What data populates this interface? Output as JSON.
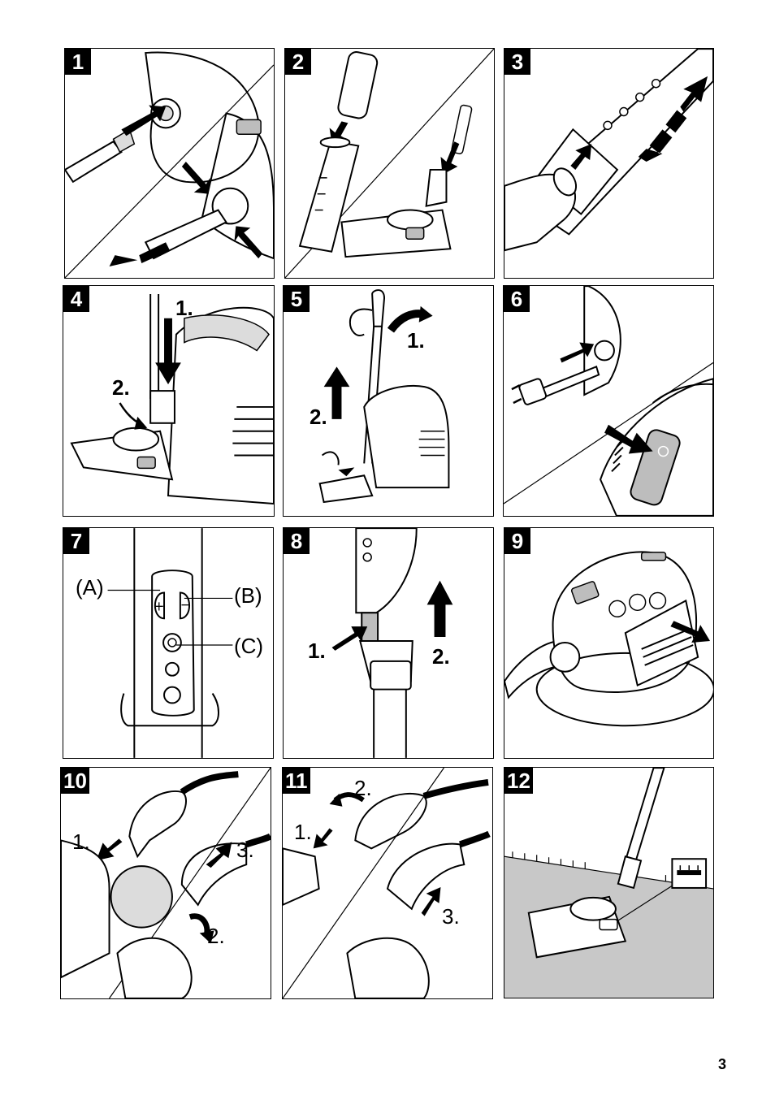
{
  "page_number": "3",
  "colors": {
    "stroke": "#000000",
    "grey_fill": "#bdbdbd",
    "light_grey": "#dcdcdc"
  },
  "panels": [
    {
      "number": "1",
      "labels": []
    },
    {
      "number": "2",
      "labels": []
    },
    {
      "number": "3",
      "labels": []
    },
    {
      "number": "4",
      "labels": [
        "1.",
        "2."
      ]
    },
    {
      "number": "5",
      "labels": [
        "1.",
        "2."
      ]
    },
    {
      "number": "6",
      "labels": []
    },
    {
      "number": "7",
      "labels": [
        "(A)",
        "(B)",
        "(C)"
      ]
    },
    {
      "number": "8",
      "labels": [
        "1.",
        "2."
      ]
    },
    {
      "number": "9",
      "labels": []
    },
    {
      "number": "10",
      "labels": [
        "1.",
        "3.",
        "2."
      ]
    },
    {
      "number": "11",
      "labels": [
        "2.",
        "1.",
        "3."
      ]
    },
    {
      "number": "12",
      "labels": []
    }
  ],
  "icons": [
    "plus-icon",
    "minus-icon",
    "power-icon",
    "carpet-setting-icon"
  ]
}
